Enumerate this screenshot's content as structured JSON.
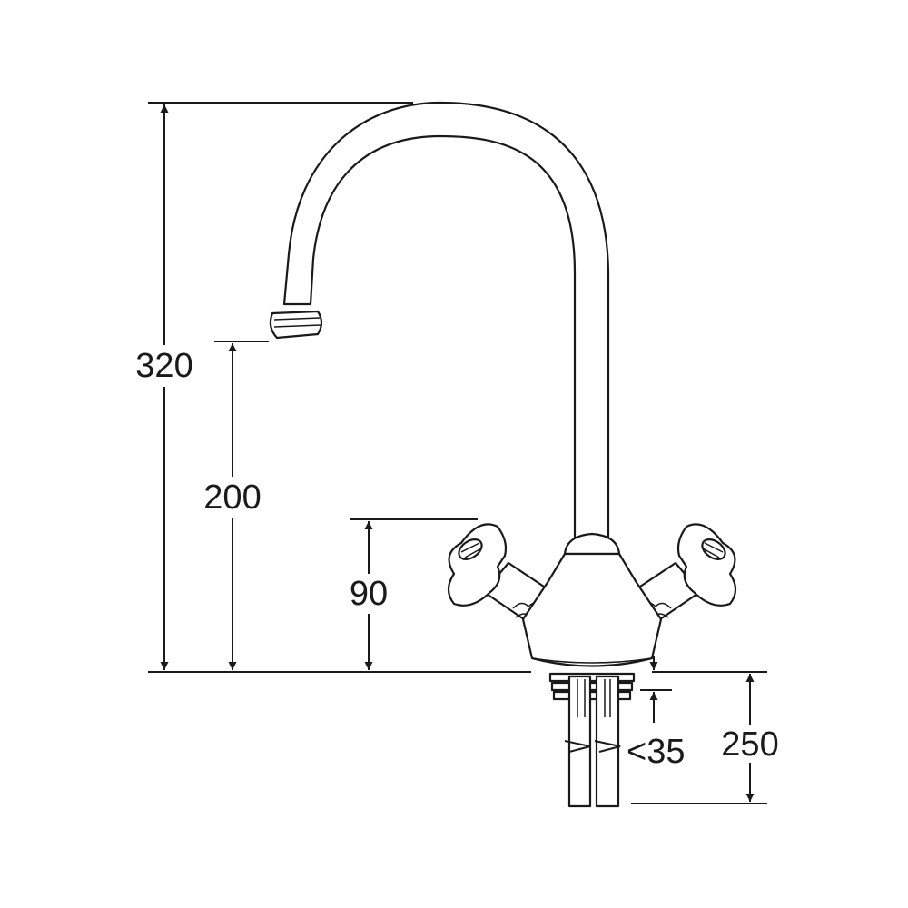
{
  "dimensions": {
    "total_height": "320",
    "spout_height": "200",
    "handle_height": "90",
    "shank_length": "250",
    "max_worktop_thickness": "<35"
  }
}
